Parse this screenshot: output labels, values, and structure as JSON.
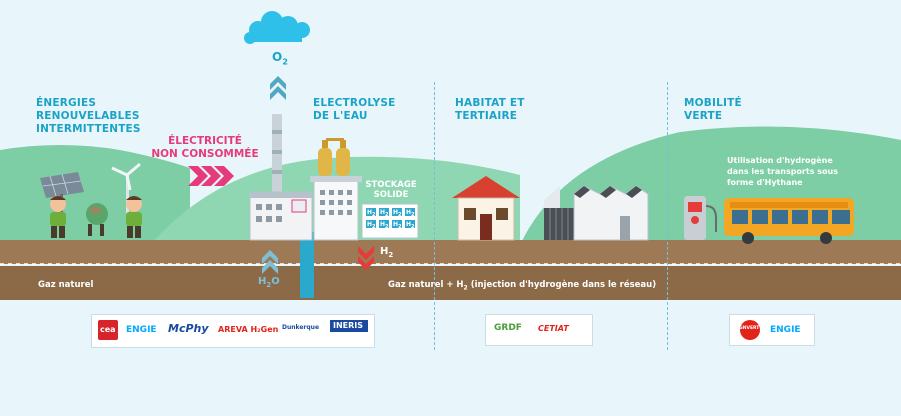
{
  "sections": {
    "energies": "ÉNERGIES\nRENOUVELABLES\nINTERMITTENTES",
    "electrolyse": "ELECTROLYSE\nDE L'EAU",
    "habitat": "HABITAT ET\nTERTIAIRE",
    "mobilite": "MOBILITÉ\nVERTE"
  },
  "electricite": "ÉLECTRICITÉ\nNON CONSOMMÉE",
  "o2": "O",
  "o2_sub": "2",
  "h2": "H",
  "h2_sub": "2",
  "h2o": "H",
  "h2o_sub": "2",
  "h2o_end": "O",
  "stockage": "STOCKAGE\nSOLIDE",
  "tank_label": "H",
  "tank_sub": "2",
  "mobility_note": "Utilisation d'hydrogène\ndans les transports sous\nforme d'Hythane",
  "gas_left": "Gaz naturel",
  "gas_right_pre": "Gaz naturel + H",
  "gas_right_sub": "2",
  "gas_right_post": " (injection d'hydrogène dans le réseau)",
  "logos": {
    "cea": "cea",
    "engie1": "ENGIE",
    "mcphy": "McPhy",
    "areva": "AREVA H₂Gen",
    "dunkerque": "Dunkerque",
    "ineris": "INERIS",
    "grdf": "GRDF",
    "cetiat": "CETIAT",
    "gnvert": "GNVERT",
    "engie2": "ENGIE"
  },
  "colors": {
    "accent": "#1aa3c6",
    "pink": "#e63b7a",
    "ground": "#94704d",
    "hill": "#7dcda5",
    "sky": "#e8f6fb"
  }
}
